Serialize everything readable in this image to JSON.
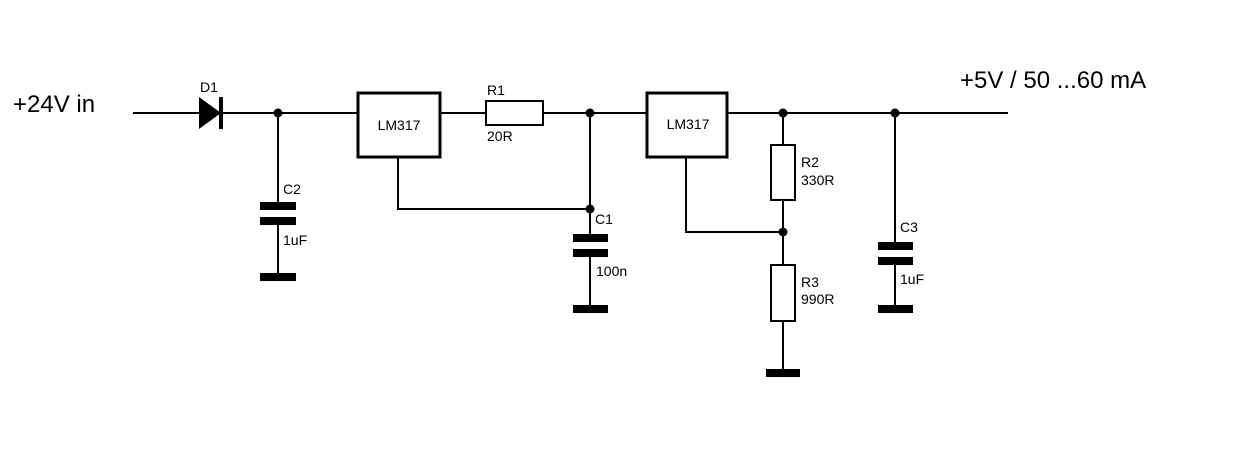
{
  "input_label": "+24V in",
  "output_label": "+5V / 50 ...60 mA",
  "components": {
    "d1": {
      "ref": "D1"
    },
    "c2": {
      "ref": "C2",
      "value": "1uF"
    },
    "u1": {
      "ref": "LM317"
    },
    "r1": {
      "ref": "R1",
      "value": "20R"
    },
    "c1": {
      "ref": "C1",
      "value": "100n"
    },
    "u2": {
      "ref": "LM317"
    },
    "r2": {
      "ref": "R2",
      "value": "330R"
    },
    "r3": {
      "ref": "R3",
      "value": "990R"
    },
    "c3": {
      "ref": "C3",
      "value": "1uF"
    }
  }
}
